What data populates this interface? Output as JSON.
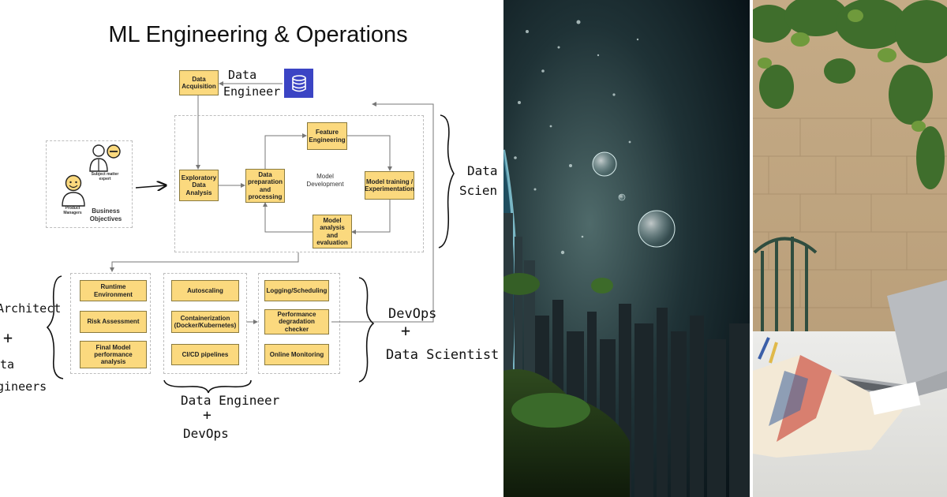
{
  "diagram": {
    "title": "ML Engineering & Operations",
    "boxes": {
      "data_acquisition": "Data Acquisition",
      "exploratory": "Exploratory Data Analysis",
      "data_prep": "Data preparation and processing",
      "feature_eng": "Feature Engineering",
      "model_training": "Model training / Experimentation",
      "model_analysis": "Model analysis and evaluation",
      "runtime_env": "Runtime Environment",
      "risk_assessment": "Risk Assessment",
      "final_model": "Final Model performance analysis",
      "autoscaling": "Autoscaling",
      "containerization": "Containerization (Docker/Kubernetes)",
      "cicd": "CI/CD pipelines",
      "logging": "Logging/Scheduling",
      "perf_checker": "Performance degradation checker",
      "online_monitoring": "Online Monitoring"
    },
    "labels": {
      "model_development": "Model Development",
      "subject_matter_expert": "Subject matter expert",
      "product_managers": "Product Managers",
      "business_objectives": "Business Objectives"
    },
    "handwritten": {
      "data_engineer_top_1": "Data",
      "data_engineer_top_2": "Engineer",
      "data_scientist_right_1": "Data",
      "data_scientist_right_2": "Scien",
      "architect": "Architect",
      "plus_left": "+",
      "data_left": "ta",
      "engineers_left": "gineers",
      "devops_right": "DevOps",
      "plus_right": "+",
      "data_scientist_bottom": "Data Scientist",
      "data_engineer_bottom": "Data Engineer",
      "plus_bottom": "+",
      "devops_bottom": "DevOps"
    },
    "colors": {
      "box_fill": "#fbd97e",
      "database_icon": "#3b44c4"
    }
  },
  "photos": {
    "city": {
      "icon": "futuristic-city-sphere-image"
    },
    "desk": {
      "icon": "laptop-desk-with-books-image"
    }
  }
}
